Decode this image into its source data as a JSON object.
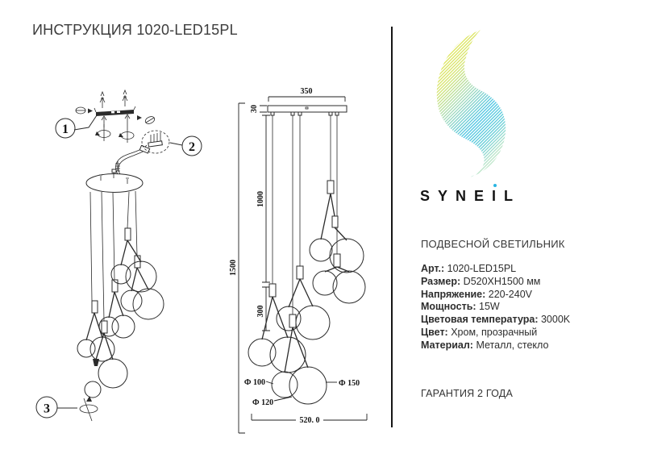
{
  "title": "ИНСТРУКЦИЯ 1020-LED15PL",
  "steps": {
    "step1": "1",
    "step2": "2",
    "step3": "3"
  },
  "dimensions": {
    "canopy_width": "350",
    "canopy_height": "30",
    "wire_length": "1000",
    "total_height": "1500",
    "drop_length": "300",
    "globe_d100": "Ф 100",
    "globe_d150": "Ф 150",
    "globe_d120": "Ф 120",
    "total_width": "520. 0"
  },
  "brand": {
    "wordmark_pre": "SYNE",
    "wordmark_i": "I",
    "wordmark_post": "L",
    "accent_cyan": "#2ab5e2",
    "logo_yellow": "#e8e337",
    "logo_cyan": "#3bbfe0"
  },
  "product": {
    "type_label": "ПОДВЕСНОЙ СВЕТИЛЬНИК",
    "specs": [
      {
        "label": "Арт.:",
        "value": "1020-LED15PL"
      },
      {
        "label": "Размер:",
        "value": "D520XH1500 мм"
      },
      {
        "label": "Напряжение:",
        "value": "220-240V"
      },
      {
        "label": "Мощность:",
        "value": "15W"
      },
      {
        "label": "Цветовая температура:",
        "value": "3000K"
      },
      {
        "label": "Цвет:",
        "value": "Хром, прозрачный"
      },
      {
        "label": "Материал:",
        "value": "Металл, стекло"
      }
    ],
    "warranty": "ГАРАНТИЯ 2 ГОДА"
  }
}
